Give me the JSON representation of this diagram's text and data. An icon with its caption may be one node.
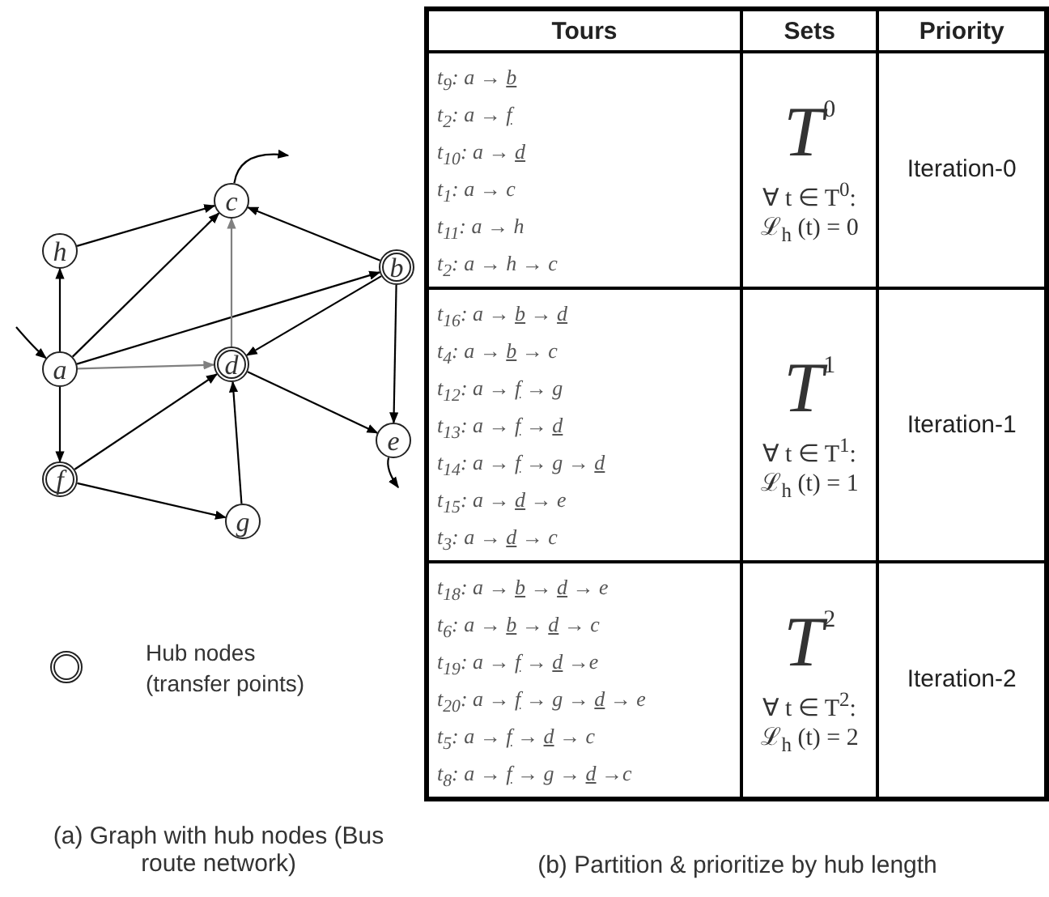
{
  "diagram": {
    "nodes": [
      {
        "text": [
          "c"
        ]
      },
      {
        "text": [
          "h"
        ]
      },
      {
        "text": [
          "b"
        ]
      },
      {
        "text": [
          "a"
        ]
      },
      {
        "text": [
          "d"
        ]
      },
      {
        "text": [
          "e"
        ]
      },
      {
        "text": [
          "f"
        ]
      },
      {
        "text": [
          "g"
        ]
      }
    ],
    "edges": [
      {
        "from": 3,
        "to": 1,
        "arrow": "to"
      },
      {
        "from": 1,
        "to": 0,
        "arrow": "to"
      },
      {
        "from": 3,
        "to": 0,
        "arrow": "to"
      },
      {
        "from": 2,
        "to": 0,
        "arrow": "to"
      },
      {
        "from": 3,
        "to": 2,
        "arrow": "to"
      },
      {
        "from": 4,
        "to": 0,
        "arrow": "to",
        "color": "#808080"
      },
      {
        "from": 2,
        "to": 4,
        "arrow": "to"
      },
      {
        "from": 3,
        "to": 4,
        "arrow": "to",
        "color": "#808080"
      },
      {
        "from": 2,
        "to": 5,
        "arrow": "to"
      },
      {
        "from": 4,
        "to": 5,
        "arrow": "to"
      },
      {
        "from": 3,
        "to": 6,
        "arrow": "to"
      },
      {
        "from": 6,
        "to": 4,
        "arrow": "to"
      },
      {
        "from": 6,
        "to": 7,
        "arrow": "to"
      },
      {
        "from": 7,
        "to": 4,
        "arrow": "to"
      },
      {
        "from": 0,
        "to": null,
        "arrow": "to"
      },
      {
        "from": null,
        "to": 3,
        "arrow": "to"
      },
      {
        "from": 5,
        "to": null,
        "arrow": "to"
      }
    ],
    "labels": [
      "Tours",
      "Sets",
      "Priority",
      "t$_{9}$: a → b",
      "t$_{2}$: a → f",
      "t$_{10}$: a → d",
      "t$_{1}$: a → c",
      "t$_{11}$: a → h",
      "t$_{2}$: a → h → c",
      "T$^{0}$",
      "∀ t ∈ T$^{0}$: ℒ$_{h}$ (t) = 0",
      "Iteration-0",
      "t$_{16}$: a → b → d",
      "t$_{4}$: a → b → c",
      "t$_{12}$: a → f → g",
      "t$_{13}$: a → f → d",
      "t$_{14}$: a → f → g → d",
      "t$_{15}$: a → d → e",
      "t$_{3}$: a → d → c",
      "T$^{1}$",
      "∀ t ∈ T$^{1}$: ℒ$_{h}$ (t) = 1",
      "Iteration-1",
      "t$_{18}$: a → b → d → e",
      "t$_{6}$: a → b → d → c",
      "t$_{19}$: a → f → d →e",
      "t$_{20}$: a → f → g → d → e",
      "t$_{5}$: a → f → d → c",
      "t$_{8}$: a → f → g → d →c",
      "T$^{2}$",
      "∀ t ∈ T$^{2}$: ℒ$_{h}$ (t) = 2",
      "Iteration-2",
      "(a) Graph with hub nodes (Bus route network)",
      "(b) Partition & prioritize by hub length"
    ],
    "legend": [
      {
        "text": "Hub nodes (transfer points)"
      }
    ]
  }
}
